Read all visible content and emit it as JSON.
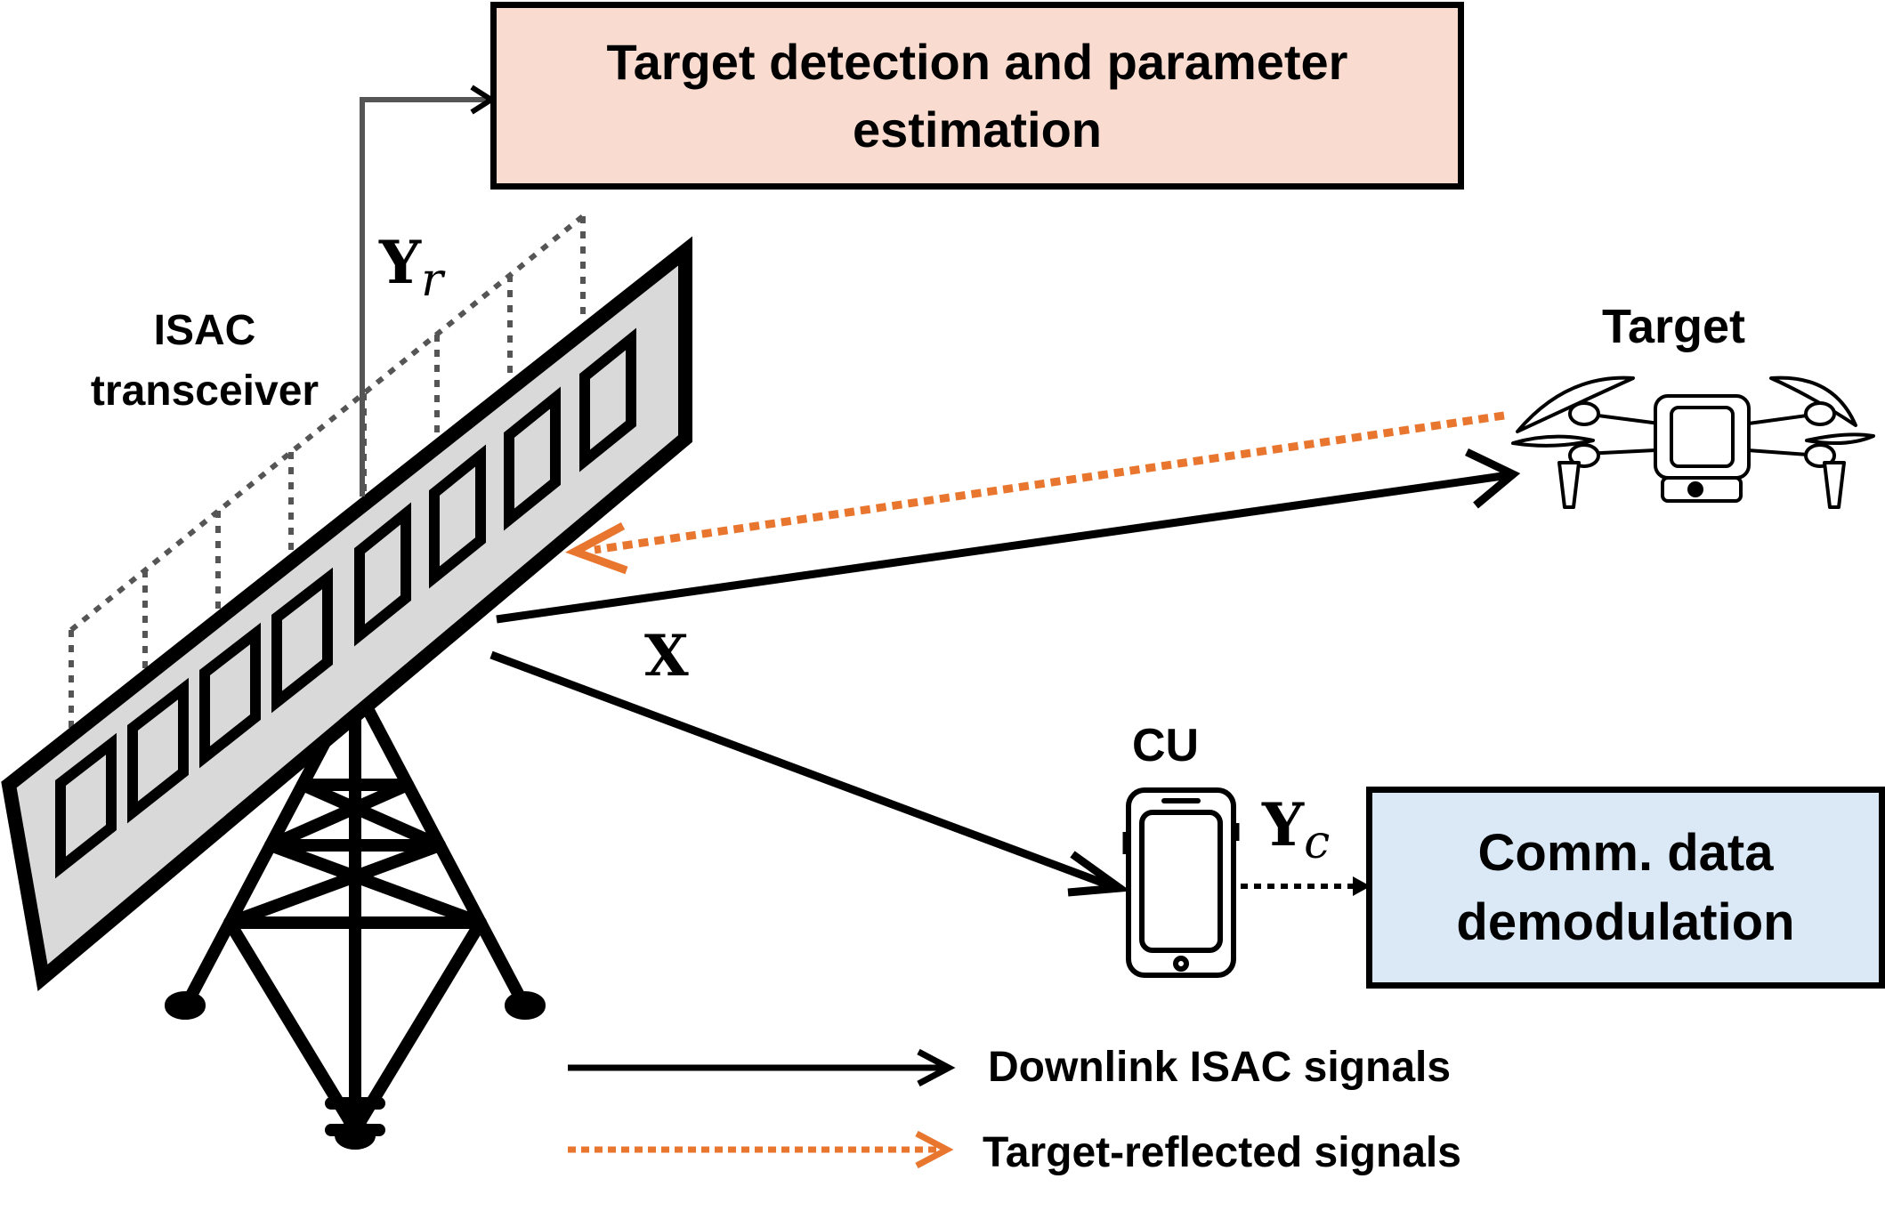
{
  "boxes": {
    "target_detection": "Target detection and parameter\nestimation",
    "comm_demod": "Comm. data\ndemodulation"
  },
  "labels": {
    "isac_transceiver": "ISAC\ntransceiver",
    "target": "Target",
    "cu": "CU"
  },
  "math": {
    "received_radar_symbol": "Y",
    "received_radar_sub": "r",
    "transmit_symbol": "X",
    "received_comm_symbol": "Y",
    "received_comm_sub": "c"
  },
  "legend": {
    "downlink": "Downlink ISAC signals",
    "reflected": "Target-reflected signals"
  },
  "colors": {
    "target_box_fill": "#fadbd0",
    "comm_box_fill": "#dbe9f6",
    "reflected_signal": "#e9762f",
    "array_panel": "#d9d9d9",
    "dotted_guides": "#555555"
  },
  "icons": [
    "cell-tower-icon",
    "antenna-array-icon",
    "drone-icon",
    "smartphone-icon"
  ]
}
